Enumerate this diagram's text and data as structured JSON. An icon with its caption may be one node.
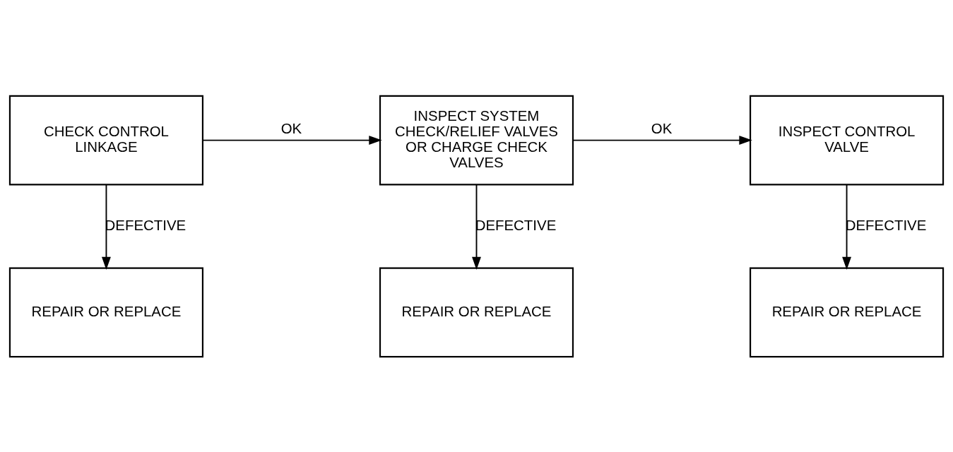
{
  "diagram": {
    "nodes": [
      {
        "text": [
          "CHECK CONTROL LINKAGE"
        ]
      },
      {
        "text": [
          "INSPECT SYSTEM CHECK/RELIEF VALVES OR CHARGE CHECK VALVES"
        ]
      },
      {
        "text": [
          "INSPECT CONTROL VALVE"
        ]
      },
      {
        "text": [
          "REPAIR OR REPLACE"
        ]
      },
      {
        "text": [
          "REPAIR OR REPLACE"
        ]
      },
      {
        "text": [
          "REPAIR OR REPLACE"
        ]
      }
    ],
    "edges": [
      {
        "from": 0,
        "to": 1,
        "arrow": "to",
        "label": "OK"
      },
      {
        "from": 1,
        "to": 2,
        "arrow": "to",
        "label": "OK"
      },
      {
        "from": 0,
        "to": 3,
        "arrow": "to",
        "label": "DEFECTIVE"
      },
      {
        "from": 1,
        "to": 4,
        "arrow": "to",
        "label": "DEFECTIVE"
      },
      {
        "from": 2,
        "to": 5,
        "arrow": "to",
        "label": "DEFECTIVE"
      }
    ]
  }
}
